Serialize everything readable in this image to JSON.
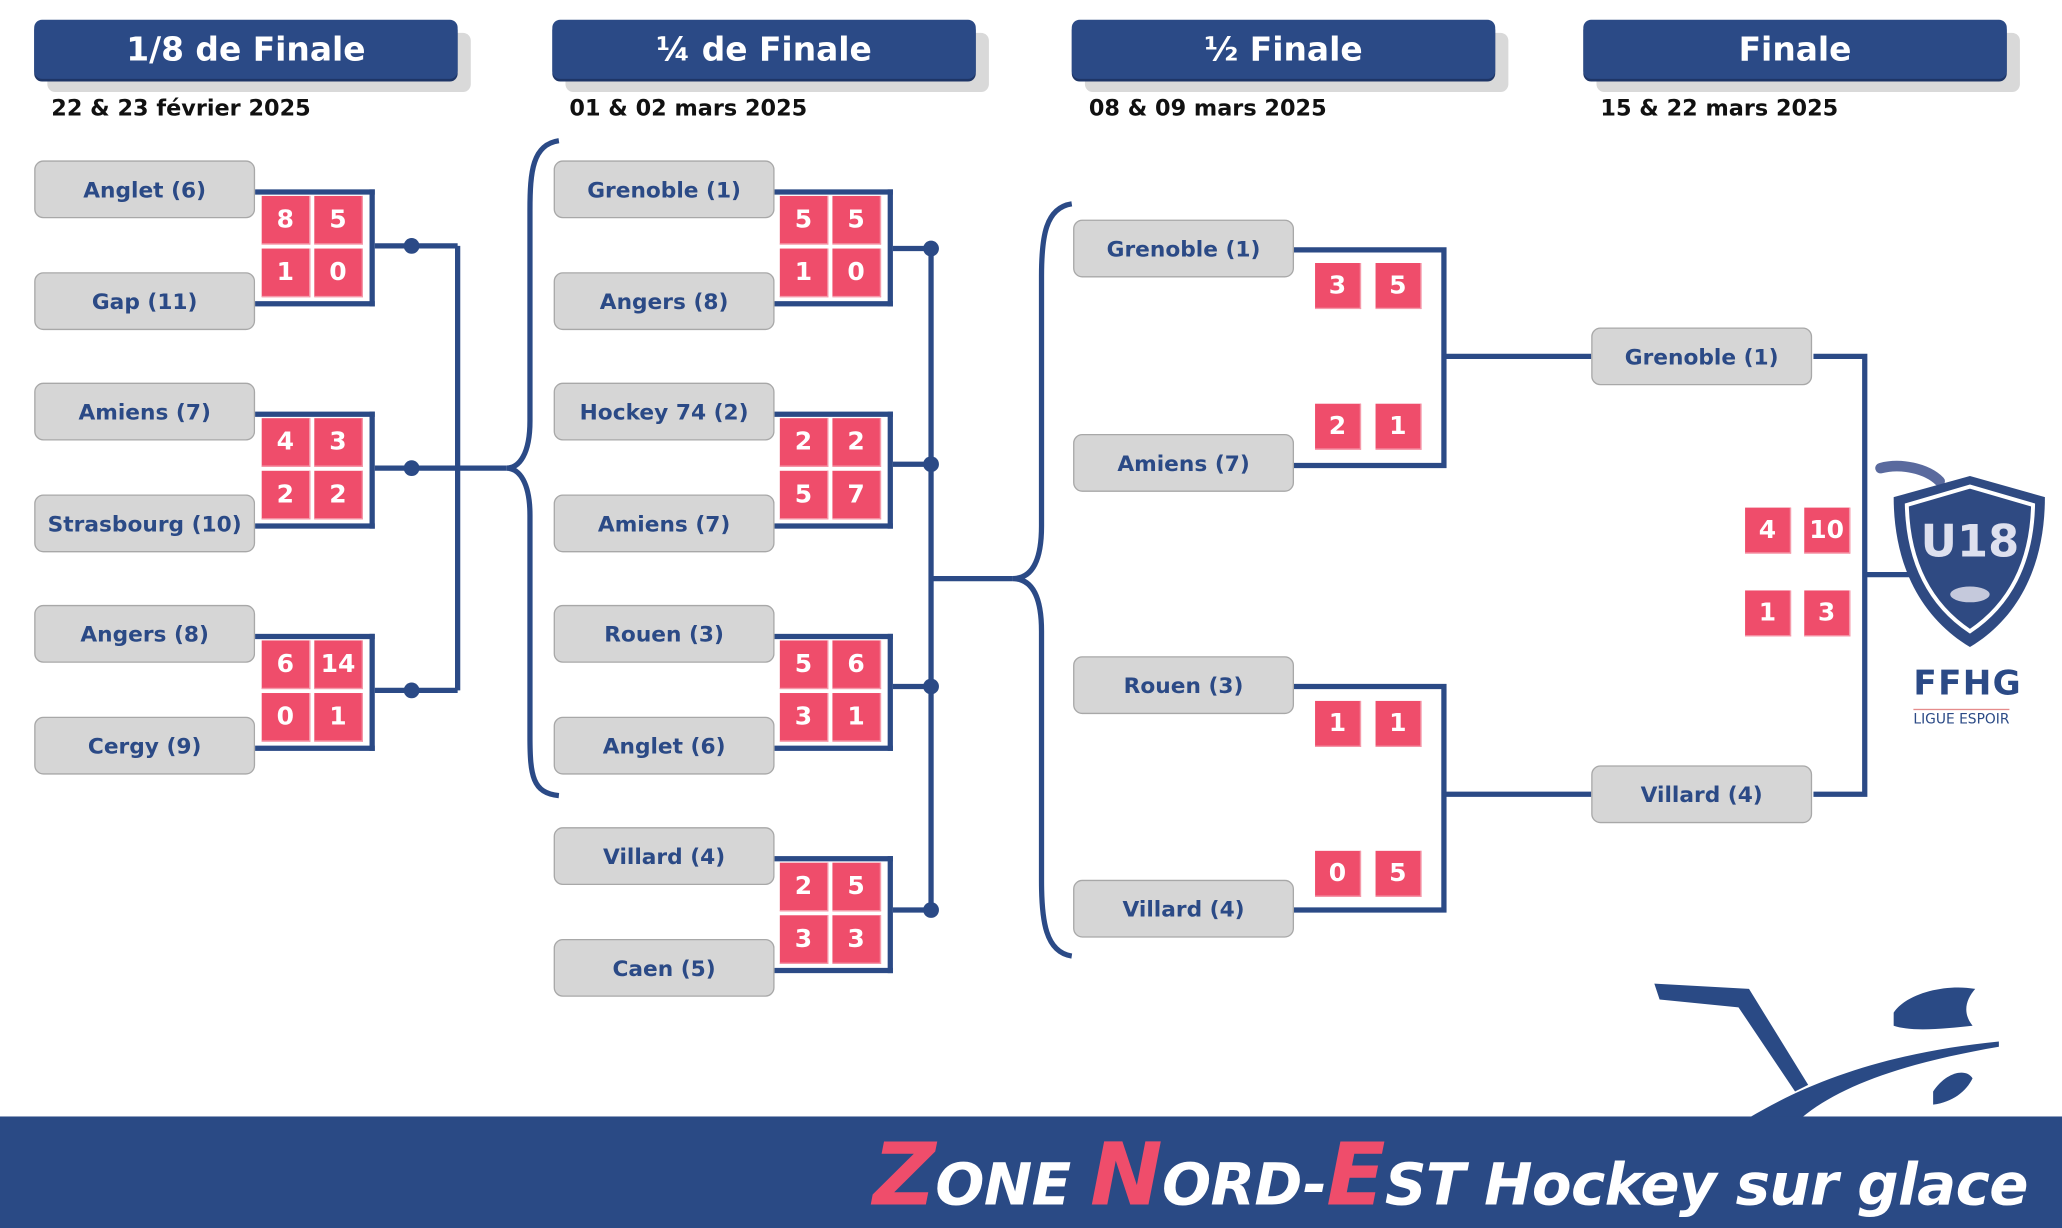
{
  "rounds": [
    {
      "title": "1/8 de Finale",
      "dates": "22 & 23 février 2025"
    },
    {
      "title": "¼ de Finale",
      "dates": "01 & 02 mars 2025"
    },
    {
      "title": "½ Finale",
      "dates": "08 & 09 mars 2025"
    },
    {
      "title": "Finale",
      "dates": "15 & 22 mars 2025"
    }
  ],
  "round_of_16": [
    {
      "home": "Anglet (6)",
      "away": "Gap (11)",
      "home_scores": [
        "8",
        "5"
      ],
      "away_scores": [
        "1",
        "0"
      ]
    },
    {
      "home": "Amiens (7)",
      "away": "Strasbourg (10)",
      "home_scores": [
        "4",
        "3"
      ],
      "away_scores": [
        "2",
        "2"
      ]
    },
    {
      "home": "Angers (8)",
      "away": "Cergy (9)",
      "home_scores": [
        "6",
        "14"
      ],
      "away_scores": [
        "0",
        "1"
      ]
    }
  ],
  "quarter_finals": [
    {
      "home": "Grenoble (1)",
      "away": "Angers (8)",
      "home_scores": [
        "5",
        "5"
      ],
      "away_scores": [
        "1",
        "0"
      ]
    },
    {
      "home": "Hockey 74 (2)",
      "away": "Amiens (7)",
      "home_scores": [
        "2",
        "2"
      ],
      "away_scores": [
        "5",
        "7"
      ]
    },
    {
      "home": "Rouen (3)",
      "away": "Anglet (6)",
      "home_scores": [
        "5",
        "6"
      ],
      "away_scores": [
        "3",
        "1"
      ]
    },
    {
      "home": "Villard (4)",
      "away": "Caen (5)",
      "home_scores": [
        "2",
        "5"
      ],
      "away_scores": [
        "3",
        "3"
      ]
    }
  ],
  "semi_finals": [
    {
      "home": "Grenoble (1)",
      "away": "Amiens (7)",
      "home_scores": [
        "3",
        "5"
      ],
      "away_scores": [
        "2",
        "1"
      ]
    },
    {
      "home": "Rouen (3)",
      "away": "Villard (4)",
      "home_scores": [
        "1",
        "1"
      ],
      "away_scores": [
        "0",
        "5"
      ]
    }
  ],
  "final": {
    "home": "Grenoble (1)",
    "away": "Villard (4)",
    "home_scores": [
      "4",
      "10"
    ],
    "away_scores": [
      "1",
      "3"
    ]
  },
  "logo": {
    "badge": "U18",
    "name": "FFHG",
    "subtitle": "LIGUE ESPOIR"
  },
  "banner": {
    "z": "Z",
    "one": "ONE ",
    "n": "N",
    "ord": "ORD-",
    "e": "E",
    "rest": "ST Hockey sur glace"
  },
  "colors": {
    "navy": "#2b4a86",
    "pink": "#ef4d6b",
    "box": "#d6d6d6"
  }
}
